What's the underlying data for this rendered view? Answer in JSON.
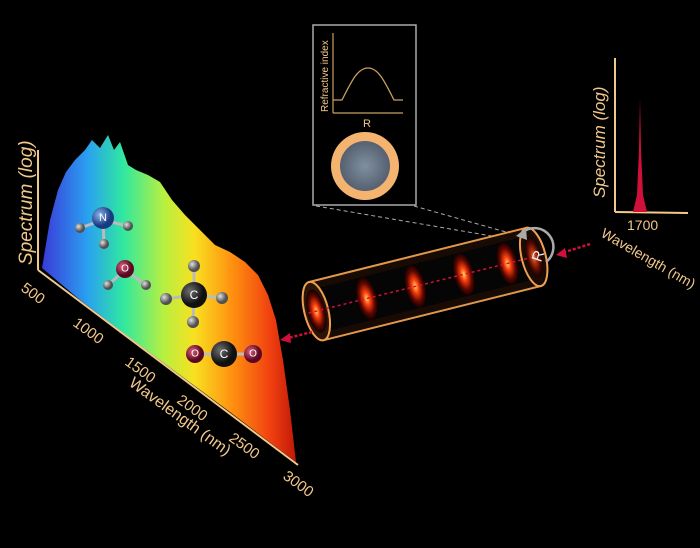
{
  "input_spectrum": {
    "y_axis_label": "Spectrum (log)",
    "x_axis_label": "Wavelength (nm)",
    "x_ticks": [
      "500",
      "1000",
      "1500",
      "2000",
      "2500",
      "3000"
    ]
  },
  "molecules": [
    {
      "name": "ammonia",
      "center": "N",
      "ligand": "H"
    },
    {
      "name": "water",
      "center": "O",
      "ligand": "H"
    },
    {
      "name": "methane",
      "center": "C",
      "ligand": "H"
    },
    {
      "name": "carbon-dioxide",
      "center": "C",
      "ligand": "O"
    }
  ],
  "inset": {
    "y_axis_label": "Refractive index",
    "x_axis_label": "R"
  },
  "fiber": {
    "radius_label": "R"
  },
  "pump_spectrum": {
    "y_axis_label": "Spectrum (log)",
    "x_tick": "1700",
    "x_axis_label": "Wavelength (nm)"
  },
  "colors": {
    "axis": "#f2c88a",
    "fiber": "#f0a050",
    "pump": "#d0103a",
    "arrow": "#d0103a"
  }
}
